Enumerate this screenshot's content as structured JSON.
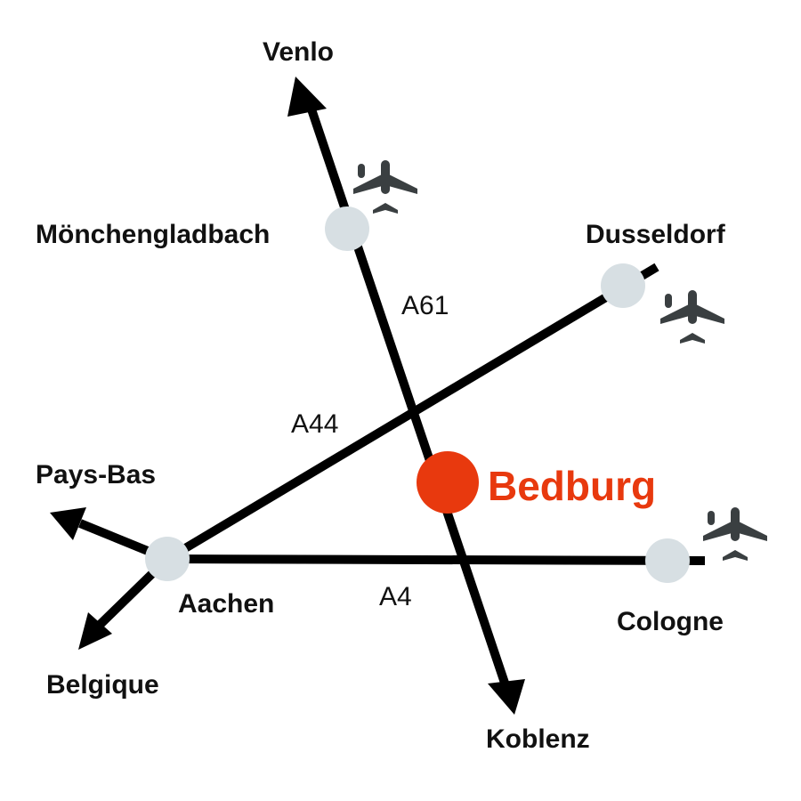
{
  "colors": {
    "highlight": "#e8390e",
    "city_dot": "#d7dfe3",
    "road": "#000000",
    "airport_icon": "#3a3f41"
  },
  "highlight": {
    "name": "Bedburg"
  },
  "cities": {
    "venlo": "Venlo",
    "monchengladbach": "Mönchengladbach",
    "dusseldorf": "Dusseldorf",
    "pays_bas": "Pays-Bas",
    "aachen": "Aachen",
    "belgique": "Belgique",
    "cologne": "Cologne",
    "koblenz": "Koblenz"
  },
  "roads": {
    "a61": "A61",
    "a44": "A44",
    "a4": "A4"
  },
  "icons": {
    "airport": "airplane-icon"
  }
}
